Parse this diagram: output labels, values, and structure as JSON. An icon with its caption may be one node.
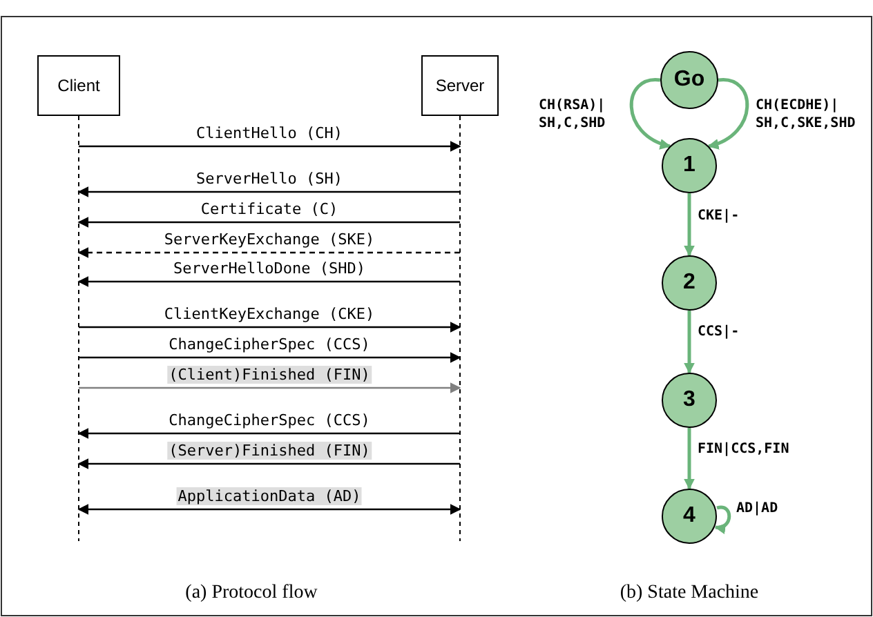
{
  "diagram": {
    "nodes": [
      {
        "text": [
          "Client"
        ]
      },
      {
        "text": [
          "Server"
        ]
      },
      {
        "text": [
          "Go"
        ]
      },
      {
        "text": [
          "1"
        ]
      },
      {
        "text": [
          "2"
        ]
      },
      {
        "text": [
          "3"
        ]
      },
      {
        "text": [
          "4"
        ]
      }
    ],
    "edges": [
      {
        "from": 0,
        "to": 1,
        "arrow": "to",
        "label": "ClientHello (CH)"
      },
      {
        "from": 1,
        "to": 0,
        "arrow": "to",
        "label": "ServerHello (SH)"
      },
      {
        "from": 1,
        "to": 0,
        "arrow": "to",
        "label": "Certificate (C)"
      },
      {
        "from": 1,
        "to": 0,
        "arrow": "to",
        "label": "ServerKeyExchange (SKE)",
        "style": "dashed"
      },
      {
        "from": 1,
        "to": 0,
        "arrow": "to",
        "label": "ServerHelloDone (SHD)"
      },
      {
        "from": 0,
        "to": 1,
        "arrow": "to",
        "label": "ClientKeyExchange (CKE)"
      },
      {
        "from": 0,
        "to": 1,
        "arrow": "to",
        "label": "ChangeCipherSpec (CCS)"
      },
      {
        "from": 0,
        "to": 1,
        "arrow": "to",
        "label": "(Client)Finished (FIN)",
        "color": "#808080"
      },
      {
        "from": 1,
        "to": 0,
        "arrow": "to",
        "label": "ChangeCipherSpec (CCS)"
      },
      {
        "from": 1,
        "to": 0,
        "arrow": "to",
        "label": "(Server)Finished (FIN)"
      },
      {
        "from": 0,
        "to": 1,
        "arrow": "both",
        "label": "ApplicationData (AD)"
      },
      {
        "from": 2,
        "to": 3,
        "arrow": "to",
        "label": "CH(RSA)| SH,C,SHD",
        "color": "#6ab47a"
      },
      {
        "from": 2,
        "to": 3,
        "arrow": "to",
        "label": "CH(ECDHE)| SH,C,SKE,SHD",
        "color": "#6ab47a"
      },
      {
        "from": 3,
        "to": 4,
        "arrow": "to",
        "label": "CKE|-",
        "color": "#6ab47a"
      },
      {
        "from": 4,
        "to": 5,
        "arrow": "to",
        "label": "CCS|-",
        "color": "#6ab47a"
      },
      {
        "from": 5,
        "to": 6,
        "arrow": "to",
        "label": "FIN|CCS,FIN",
        "color": "#6ab47a"
      },
      {
        "from": 6,
        "to": 6,
        "arrow": "to",
        "label": "AD|AD",
        "color": "#6ab47a"
      }
    ],
    "labels": [
      "(a) Protocol flow",
      "(b) State Machine"
    ]
  }
}
